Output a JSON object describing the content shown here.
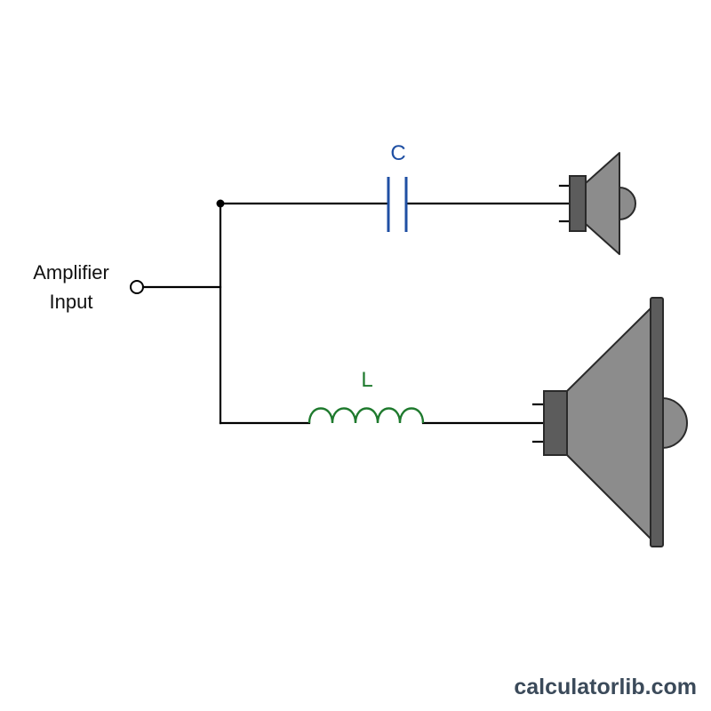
{
  "input": {
    "label_line1": "Amplifier",
    "label_line2": "Input"
  },
  "capacitor": {
    "label": "C",
    "color": "#1f4fa3"
  },
  "inductor": {
    "label": "L",
    "color": "#1f7a2e"
  },
  "speakers": {
    "cone_color": "#8c8c8c",
    "magnet_color": "#5c5c5c",
    "outline_color": "#2a2a2a"
  },
  "footer": {
    "watermark": "calculatorlib.com"
  }
}
